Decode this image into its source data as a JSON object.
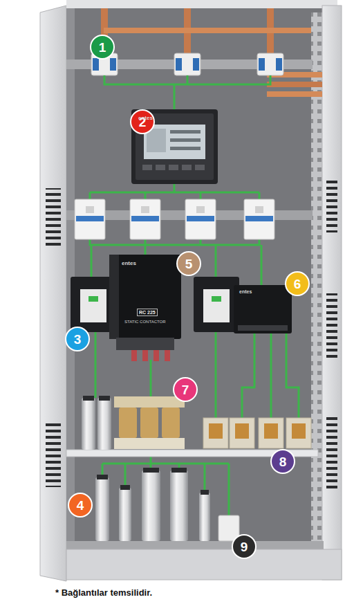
{
  "diagram": {
    "caption": "* Bağlantılar temsilidir.",
    "nodes": [
      {
        "text": [
          "1"
        ]
      },
      {
        "text": [
          "2"
        ]
      },
      {
        "text": [
          "5"
        ]
      },
      {
        "text": [
          "6"
        ]
      },
      {
        "text": [
          "3"
        ]
      },
      {
        "text": [
          "7"
        ]
      },
      {
        "text": [
          "8"
        ]
      },
      {
        "text": [
          "4"
        ]
      },
      {
        "text": [
          "9"
        ]
      }
    ],
    "labels": [
      "entes",
      "entes",
      "RC 225",
      "STATIC CONTACTOR",
      "entes"
    ]
  }
}
